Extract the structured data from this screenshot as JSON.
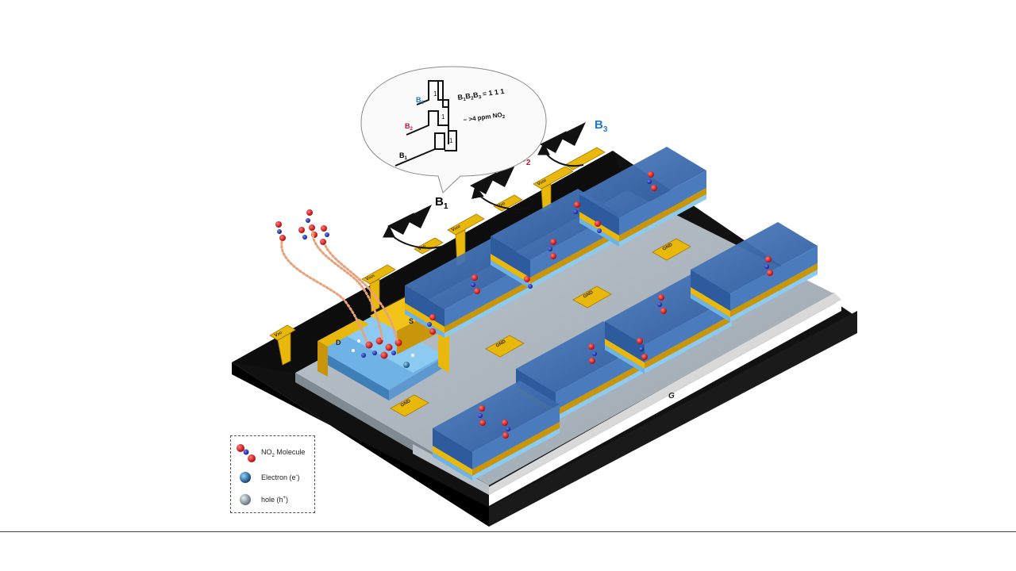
{
  "figure": {
    "bits": {
      "b1": {
        "main": "B",
        "sub": "1",
        "color": "#000000"
      },
      "b2": {
        "main": "B",
        "sub": "2",
        "color": "#c8102e"
      },
      "b3": {
        "main": "B",
        "sub": "3",
        "color": "#1f78c8"
      }
    },
    "callout": {
      "waveform_labels": [
        {
          "main": "B",
          "sub": "3",
          "color": "#1f78c8"
        },
        {
          "main": "B",
          "sub": "2",
          "color": "#c8102e"
        },
        {
          "main": "B",
          "sub": "1",
          "color": "#000000"
        }
      ],
      "bit_values": [
        "1",
        "1",
        "1"
      ],
      "code_prefix_parts": [
        "B",
        "1",
        "B",
        "2",
        "B",
        "3"
      ],
      "code_value": "= 1 1 1",
      "concentration_prefix": "~ >4 ppm NO",
      "concentration_sub": "2"
    },
    "device": {
      "vdd_labels": [
        "V",
        "V",
        "V",
        "V",
        "V",
        "V"
      ],
      "vdd_subs": [
        "DD",
        "DD1",
        "DD",
        "DD2",
        "DD",
        "DD3"
      ],
      "gnd_label": "GND",
      "gate_label": "G",
      "source_label": "S",
      "drain_label": "D"
    }
  },
  "legend": {
    "items": [
      {
        "label": "NO",
        "sub": "2",
        "rest": " Molecule"
      },
      {
        "label": "Electron (e",
        "sup": "-",
        "rest": ")"
      },
      {
        "label": "hole (h",
        "sup": "+",
        "rest": ")"
      }
    ]
  },
  "colors": {
    "gold": "#e8b80c",
    "gold_dark": "#b08400",
    "channel_blue": "#3a6db3",
    "dielectric_blue": "#6fb2e6",
    "grey_layer": "#aab4bd",
    "substrate": "#111111",
    "no2_red": "#d42020",
    "nitrogen_blue": "#1c2fae"
  }
}
